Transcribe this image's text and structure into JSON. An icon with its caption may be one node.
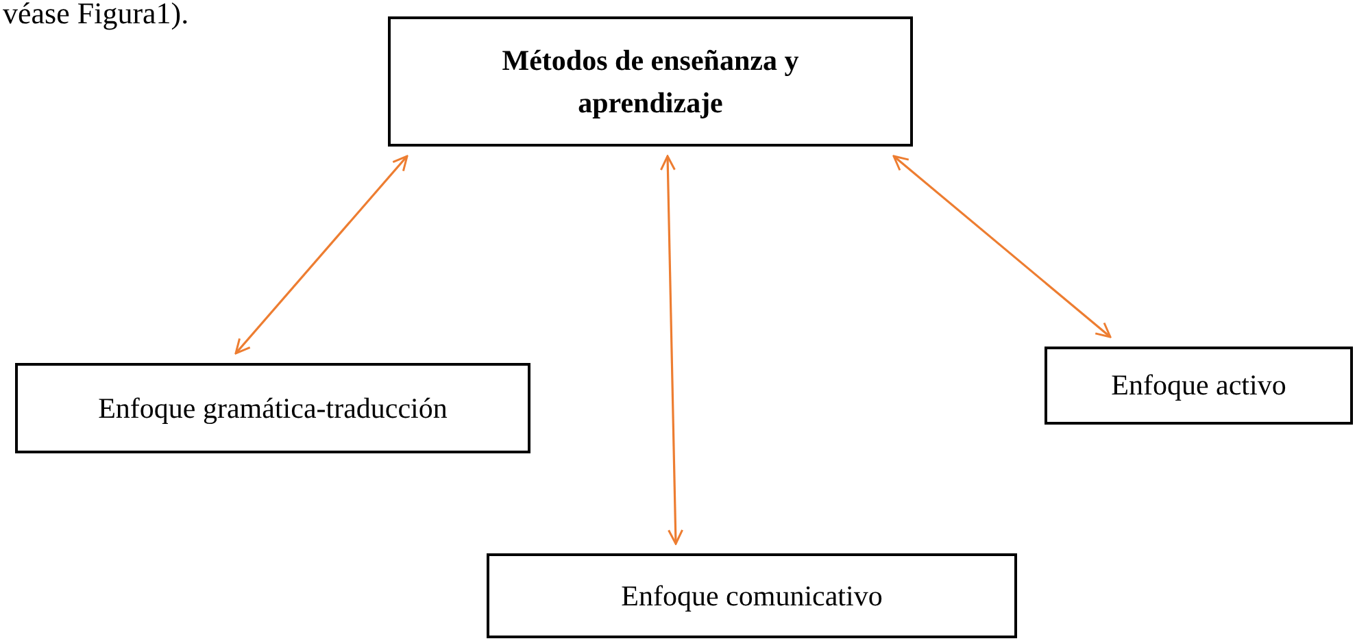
{
  "diagram": {
    "nodes": [
      {
        "text": [
          "Métodos de enseñanza y aprendizaje"
        ]
      },
      {
        "text": [
          "Enfoque gramática-traducción"
        ]
      },
      {
        "text": [
          "Enfoque activo"
        ]
      },
      {
        "text": [
          "Enfoque comunicativo"
        ]
      }
    ],
    "edges": [
      {
        "from": 0,
        "to": 1,
        "arrow": "both"
      },
      {
        "from": 0,
        "to": 3,
        "arrow": "both"
      },
      {
        "from": 0,
        "to": 2,
        "arrow": "both"
      }
    ],
    "labels": [
      "véase Figura1)."
    ]
  }
}
